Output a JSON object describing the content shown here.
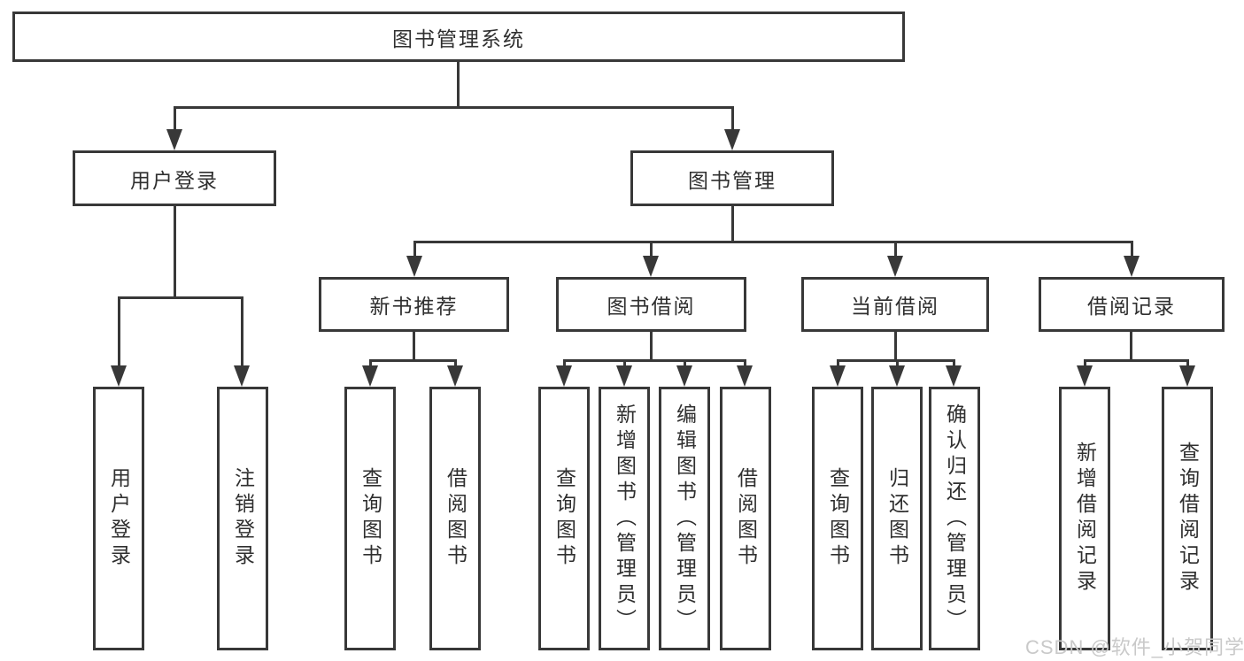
{
  "tree": {
    "root": {
      "label": "图书管理系统"
    },
    "children": [
      {
        "label": "用户登录",
        "children": [
          {
            "label": "用户登录"
          },
          {
            "label": "注销登录"
          }
        ]
      },
      {
        "label": "图书管理",
        "children": [
          {
            "label": "新书推荐",
            "children": [
              {
                "label": "查询图书"
              },
              {
                "label": "借阅图书"
              }
            ]
          },
          {
            "label": "图书借阅",
            "children": [
              {
                "label": "查询图书"
              },
              {
                "label": "新增图书（管理员）"
              },
              {
                "label": "编辑图书（管理员）"
              },
              {
                "label": "借阅图书"
              }
            ]
          },
          {
            "label": "当前借阅",
            "children": [
              {
                "label": "查询图书"
              },
              {
                "label": "归还图书"
              },
              {
                "label": "确认归还（管理员）"
              }
            ]
          },
          {
            "label": "借阅记录",
            "children": [
              {
                "label": "新增借阅记录"
              },
              {
                "label": "查询借阅记录"
              }
            ]
          }
        ]
      }
    ]
  },
  "watermark": {
    "label": "CSDN @软件_小贺同学"
  },
  "colors": {
    "line": "#383838",
    "text": "#2f2f2f",
    "watermark": "#c9c9c9",
    "background": "#ffffff"
  }
}
